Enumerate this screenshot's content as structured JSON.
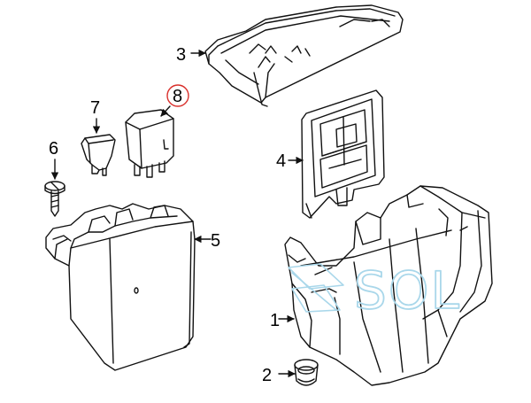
{
  "callouts": [
    {
      "id": "1",
      "label": "1"
    },
    {
      "id": "2",
      "label": "2"
    },
    {
      "id": "3",
      "label": "3"
    },
    {
      "id": "4",
      "label": "4"
    },
    {
      "id": "5",
      "label": "5"
    },
    {
      "id": "6",
      "label": "6"
    },
    {
      "id": "7",
      "label": "7"
    },
    {
      "id": "8",
      "label": "8",
      "highlighted": true
    }
  ],
  "watermark": {
    "text": "SOL"
  },
  "colors": {
    "line": "#111111",
    "highlight_circle": "#d9302c",
    "watermark": "#a9d7ea"
  }
}
